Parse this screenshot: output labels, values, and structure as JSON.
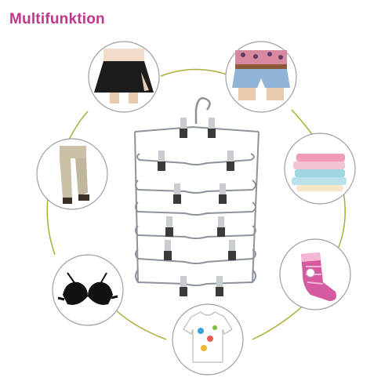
{
  "heading": {
    "text": "Multifunktion",
    "color": "#c0368c"
  },
  "colors": {
    "ring": "#a9b03a",
    "frame_stroke": "#9aa0a8",
    "wire": "#8c939c",
    "clip_body": "#3a3a3a",
    "clip_metal": "#c9ccd1"
  },
  "hanger": {
    "tiers": 6,
    "clips_per_tier": 2
  },
  "items": [
    {
      "id": "skirt",
      "icon": "skirt-icon"
    },
    {
      "id": "jeans-shorts",
      "icon": "shorts-icon"
    },
    {
      "id": "trousers",
      "icon": "trousers-icon"
    },
    {
      "id": "towels",
      "icon": "towel-stack-icon"
    },
    {
      "id": "bra",
      "icon": "bra-icon"
    },
    {
      "id": "socks",
      "icon": "sock-icon"
    },
    {
      "id": "tshirt",
      "icon": "tshirt-icon"
    }
  ]
}
